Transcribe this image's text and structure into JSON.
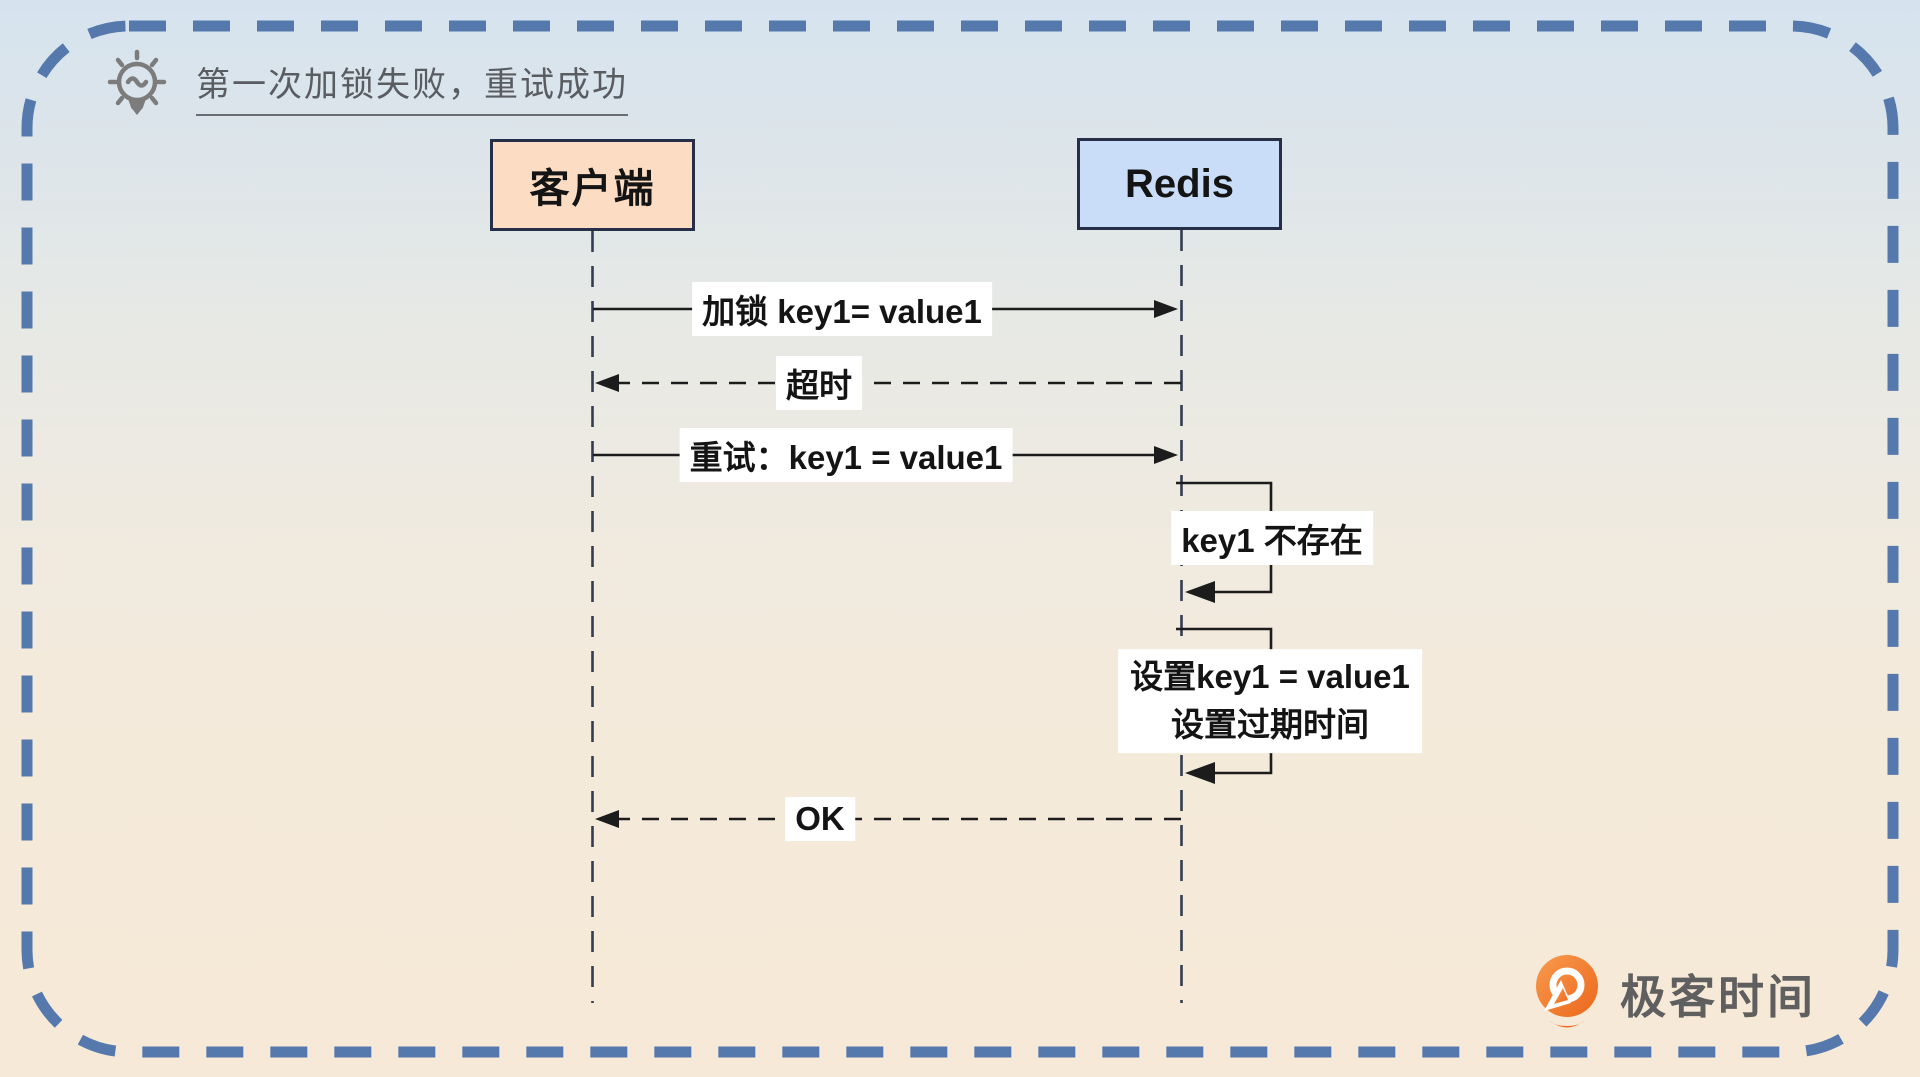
{
  "header": {
    "title": "第一次加锁失败，重试成功",
    "icon": "lightbulb-icon"
  },
  "actors": [
    {
      "id": "client",
      "label": "客户端",
      "fill": "#fcdcc2"
    },
    {
      "id": "redis",
      "label": "Redis",
      "fill": "#caddf8"
    }
  ],
  "messages": [
    {
      "label": "加锁 key1= value1",
      "from": "客户端",
      "to": "Redis",
      "style": "solid-arrow"
    },
    {
      "label": "超时",
      "from": "Redis",
      "to": "客户端",
      "style": "dashed-arrow"
    },
    {
      "label": "重试：key1 = value1",
      "from": "客户端",
      "to": "Redis",
      "style": "solid-arrow"
    },
    {
      "label": "key1 不存在",
      "from": "Redis",
      "to": "Redis",
      "style": "self-loop"
    },
    {
      "lines": [
        "设置key1 = value1",
        "设置过期时间"
      ],
      "from": "Redis",
      "to": "Redis",
      "style": "self-loop"
    },
    {
      "label": "OK",
      "from": "Redis",
      "to": "客户端",
      "style": "dashed-arrow"
    }
  ],
  "branding": {
    "logo_text": "极客时间"
  },
  "colors": {
    "background_top": "#d6e3ee",
    "background_bottom": "#f6e9d7",
    "border_dash": "#5579ac",
    "client_box_fill": "#fcdcc2",
    "redis_box_fill": "#caddf8",
    "box_border": "#262f47",
    "arrow_line": "#1c1c1c",
    "lifeline": "#333c52",
    "title_text": "#595c61",
    "logo_orange_light": "#f89b4e",
    "logo_orange_dark": "#ec661c",
    "logo_text_gray": "#5f5f5f"
  }
}
